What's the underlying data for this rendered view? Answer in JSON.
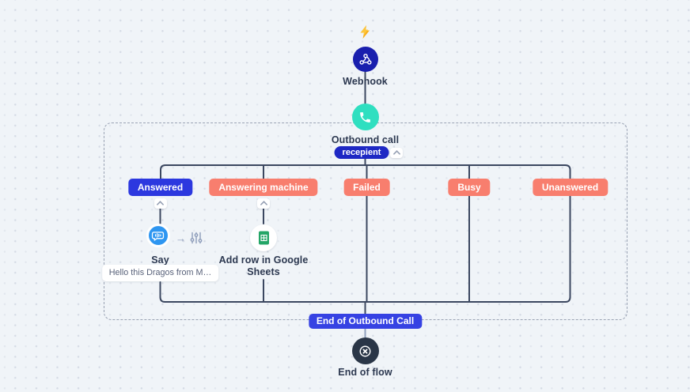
{
  "flow": {
    "trigger": {
      "icon": "lightning-bolt"
    },
    "webhook": {
      "title": "Webhook"
    },
    "outbound_call": {
      "title": "Outbound call",
      "variable": "recepient"
    },
    "branches": [
      {
        "label": "Answered"
      },
      {
        "label": "Answering machine"
      },
      {
        "label": "Failed"
      },
      {
        "label": "Busy"
      },
      {
        "label": "Unanswered"
      }
    ],
    "say": {
      "title": "Say",
      "preview": "Hello this Dragos from M…"
    },
    "google_sheets": {
      "title": "Add row in Google Sheets"
    },
    "end_of_call": {
      "label": "End of Outbound Call"
    },
    "end_of_flow": {
      "title": "End of flow"
    }
  },
  "colors": {
    "background": "#f0f4f8",
    "wire": "#3b4760",
    "wire_light": "#8fa0bd",
    "webhook_circle": "#191fae",
    "call_circle": "#2fdfc0",
    "say_circle": "#2e96f1",
    "sheets_green": "#23a566",
    "end_circle": "#2a3647",
    "answered_pill": "#2c38df",
    "danger_pill": "#f87e6e",
    "variable_pill": "#1e28c4",
    "end_pill": "#3642e3",
    "bolt": "#f9ae17"
  }
}
